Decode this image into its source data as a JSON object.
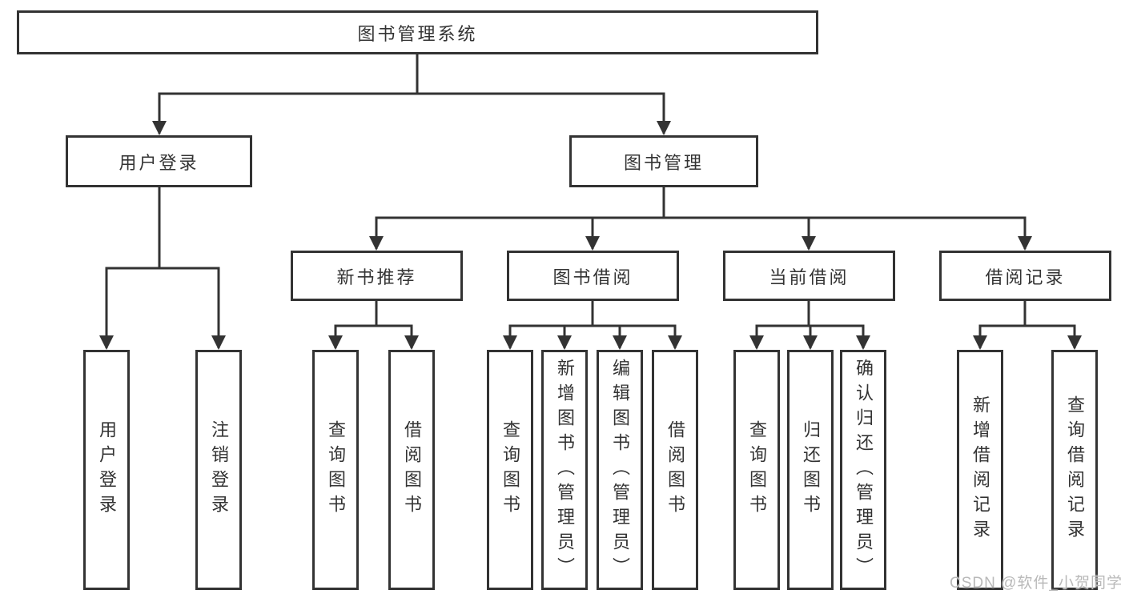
{
  "colors": {
    "line": "#333333",
    "box_border": "#333333",
    "text": "#333333",
    "watermark": "#b9b9b9",
    "background": "#ffffff"
  },
  "diagram": {
    "type": "hierarchy-tree",
    "root": {
      "label": "图书管理系统"
    },
    "level2": [
      {
        "id": "user-login",
        "label": "用户登录"
      },
      {
        "id": "book-management",
        "label": "图书管理"
      }
    ],
    "level3": [
      {
        "id": "new-book-recommend",
        "label": "新书推荐",
        "parent": "book-management"
      },
      {
        "id": "book-borrowing",
        "label": "图书借阅",
        "parent": "book-management"
      },
      {
        "id": "current-borrowing",
        "label": "当前借阅",
        "parent": "book-management"
      },
      {
        "id": "borrowing-records",
        "label": "借阅记录",
        "parent": "book-management"
      }
    ],
    "level4": [
      {
        "id": "leaf-user-login",
        "label": "用户登录",
        "parent": "user-login"
      },
      {
        "id": "leaf-logout",
        "label": "注销登录",
        "parent": "user-login"
      },
      {
        "id": "leaf-query-book-recommend",
        "label": "查询图书",
        "parent": "new-book-recommend"
      },
      {
        "id": "leaf-borrow-book-recommend",
        "label": "借阅图书",
        "parent": "new-book-recommend"
      },
      {
        "id": "leaf-query-book-borrow",
        "label": "查询图书",
        "parent": "book-borrowing"
      },
      {
        "id": "leaf-add-book-admin",
        "label": "新增图书（管理员）",
        "parent": "book-borrowing"
      },
      {
        "id": "leaf-edit-book-admin",
        "label": "编辑图书（管理员）",
        "parent": "book-borrowing"
      },
      {
        "id": "leaf-borrow-book",
        "label": "借阅图书",
        "parent": "book-borrowing"
      },
      {
        "id": "leaf-query-book-current",
        "label": "查询图书",
        "parent": "current-borrowing"
      },
      {
        "id": "leaf-return-book",
        "label": "归还图书",
        "parent": "current-borrowing"
      },
      {
        "id": "leaf-confirm-return-admin",
        "label": "确认归还（管理员）",
        "parent": "current-borrowing"
      },
      {
        "id": "leaf-add-borrow-record",
        "label": "新增借阅记录",
        "parent": "borrowing-records"
      },
      {
        "id": "leaf-query-borrow-record",
        "label": "查询借阅记录",
        "parent": "borrowing-records"
      }
    ]
  },
  "watermark": {
    "text": "CSDN @软件_小贺同学"
  }
}
